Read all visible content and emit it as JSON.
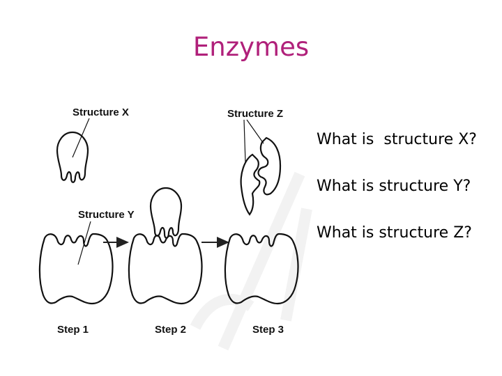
{
  "slide": {
    "title": "Enzymes",
    "title_color": "#b0207a"
  },
  "diagram": {
    "labels": {
      "structure_x": "Structure X",
      "structure_y": "Structure Y",
      "structure_z": "Structure Z"
    },
    "steps": [
      "Step 1",
      "Step 2",
      "Step 3"
    ]
  },
  "questions": [
    "What is  structure X?",
    "What is structure Y?",
    "What is structure Z?"
  ]
}
